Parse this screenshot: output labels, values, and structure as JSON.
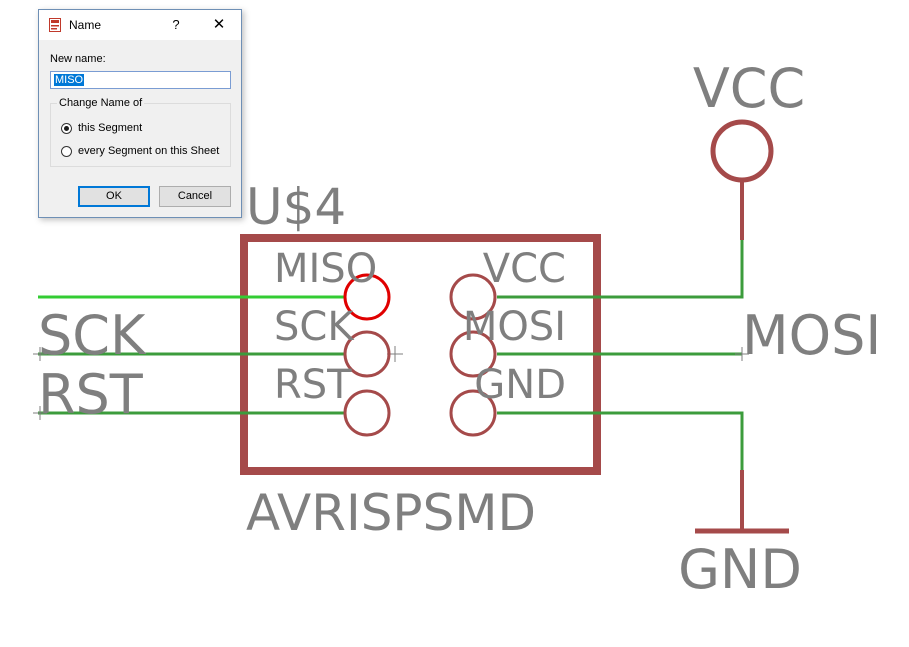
{
  "dialog": {
    "title": "Name",
    "help": "?",
    "close": "✕",
    "new_name_label": "New name:",
    "new_name_value": "MISO",
    "group_title": "Change Name of",
    "options": [
      {
        "label": "this Segment",
        "checked": true
      },
      {
        "label": "every Segment on this Sheet",
        "checked": false
      }
    ],
    "ok_label": "OK",
    "cancel_label": "Cancel",
    "icon": "eagle-app-icon"
  },
  "schematic": {
    "part_name": "U$4",
    "part_value": "AVRISPSMD",
    "pins_left": [
      "MISO",
      "SCK",
      "RST"
    ],
    "pins_right": [
      "VCC",
      "MOSI",
      "GND"
    ],
    "net_labels": {
      "sck": "SCK",
      "rst": "RST",
      "mosi": "MOSI"
    },
    "supplies": {
      "vcc": "VCC",
      "gnd": "GND"
    },
    "colors": {
      "symbol": "#a54a4a",
      "net": "#3c9c3c",
      "selected_net": "#33cc33",
      "highlight_pin": "#e00000",
      "text": "#7f7f7f"
    }
  }
}
